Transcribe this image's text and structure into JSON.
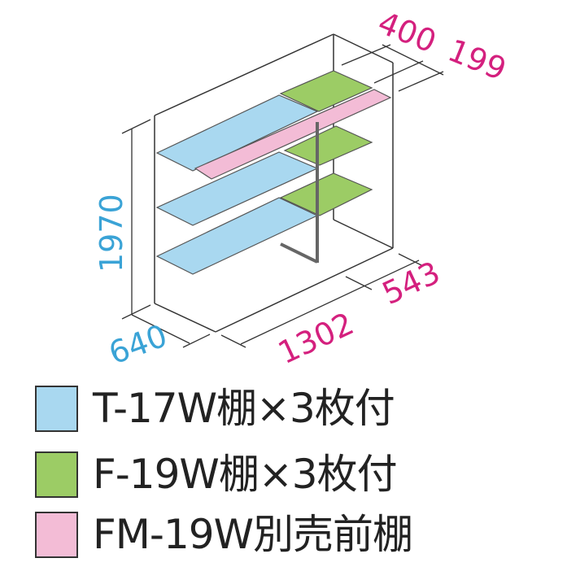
{
  "dimensions": {
    "height": "1970",
    "depth": "640",
    "width": "1302",
    "width_extra": "543",
    "shelf_depth": "400",
    "front_shelf_depth": "199"
  },
  "colors": {
    "blue_shelf": "#a9d8f0",
    "green_shelf": "#9ccc65",
    "pink_shelf": "#f3bcd6",
    "dimension_blue": "#3aa3d6",
    "dimension_pink": "#d4207e",
    "line": "#333333"
  },
  "legend": [
    {
      "label": "T-17W棚×3枚付",
      "color": "#a9d8f0"
    },
    {
      "label": "F-19W棚×3枚付",
      "color": "#9ccc65"
    },
    {
      "label": "FM-19W別売前棚",
      "color": "#f3bcd6"
    }
  ]
}
